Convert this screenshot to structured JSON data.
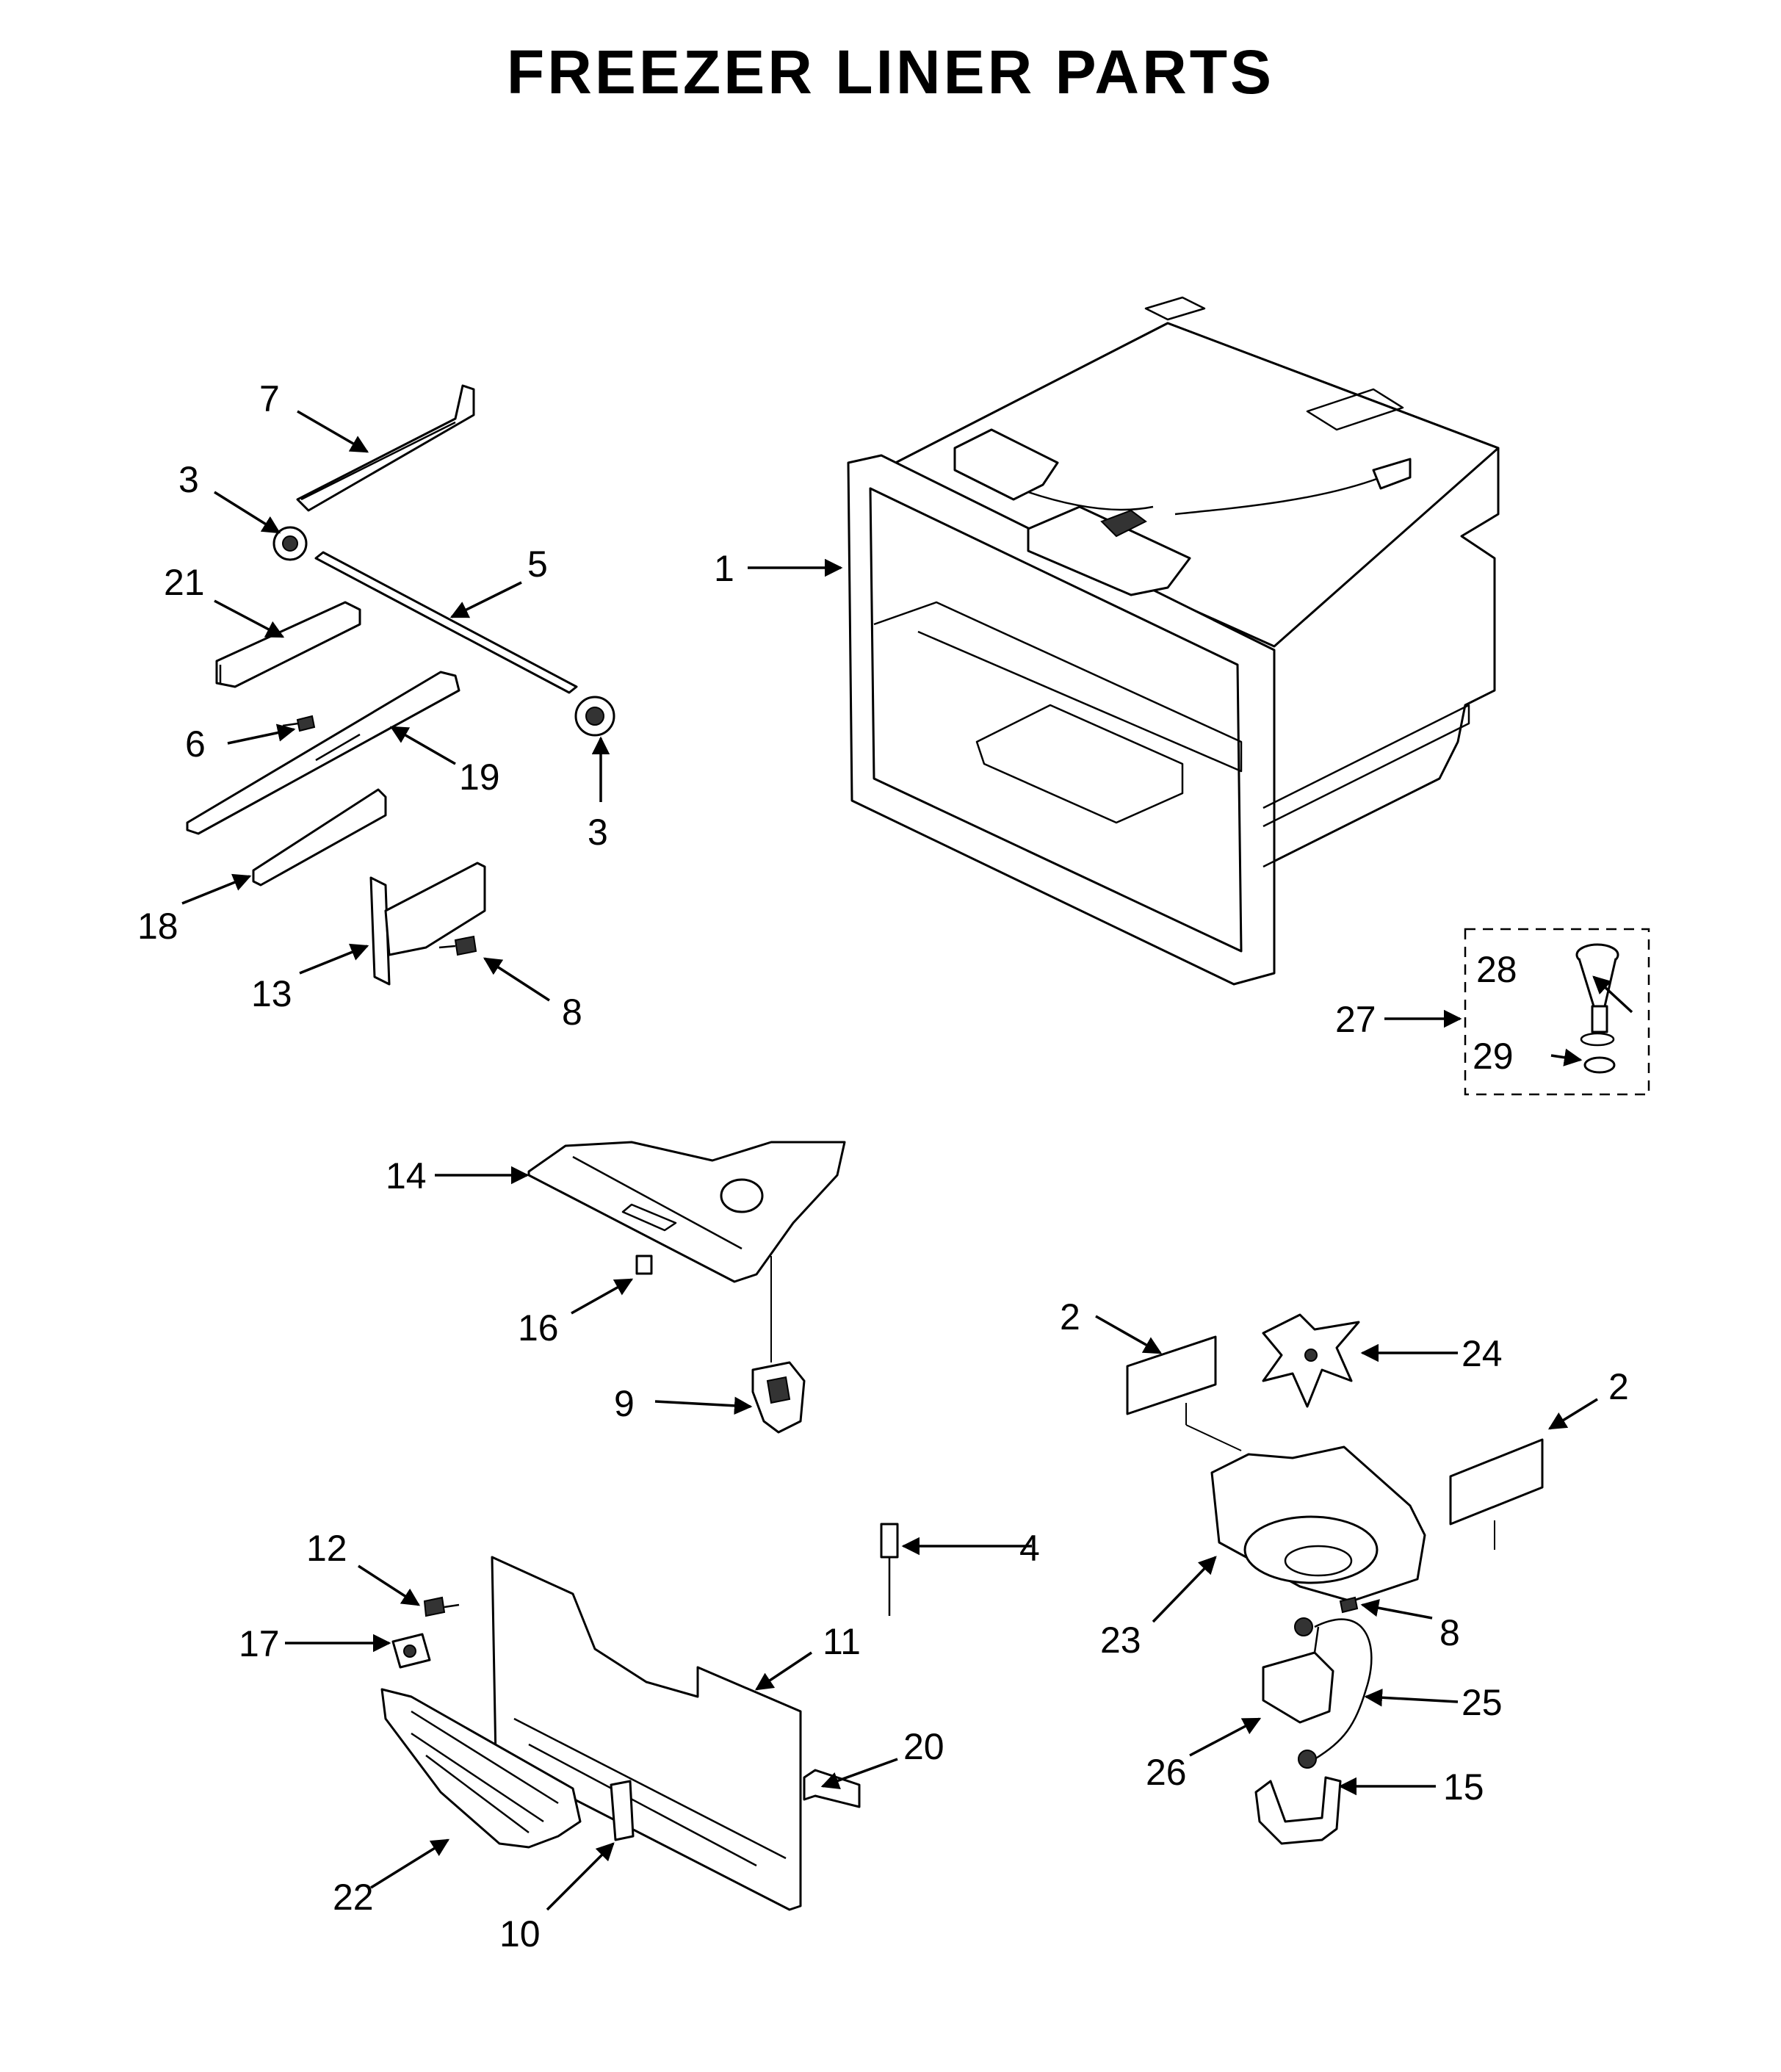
{
  "title": "FREEZER LINER PARTS",
  "callouts": [
    "1",
    "2",
    "2",
    "3",
    "3",
    "4",
    "5",
    "6",
    "7",
    "8",
    "8",
    "9",
    "10",
    "11",
    "12",
    "13",
    "14",
    "15",
    "16",
    "17",
    "18",
    "19",
    "20",
    "21",
    "22",
    "23",
    "24",
    "25",
    "26",
    "27",
    "28",
    "29"
  ]
}
